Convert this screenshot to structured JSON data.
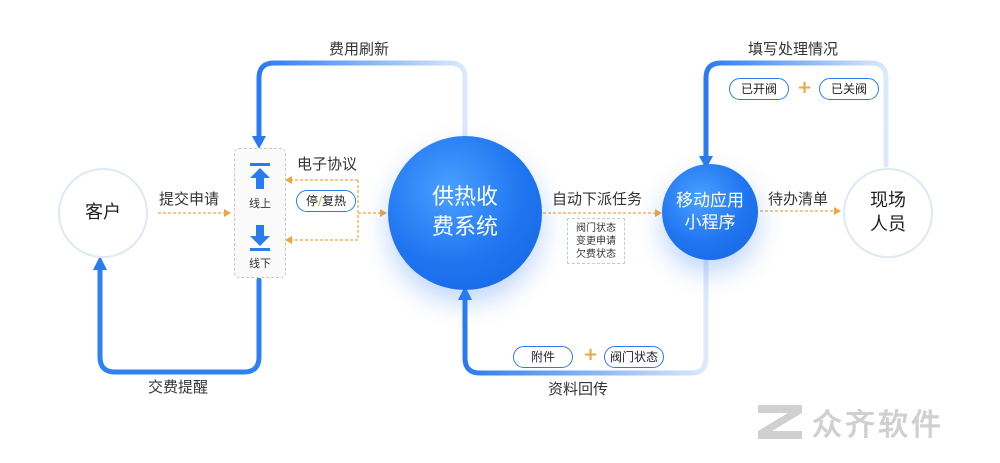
{
  "nodes": {
    "customer": "客户",
    "system": [
      "供热收",
      "费系统"
    ],
    "app": [
      "移动应用",
      "小程序"
    ],
    "field": [
      "现场",
      "人员"
    ]
  },
  "panel": {
    "online_label": "线上",
    "offline_label": "线下"
  },
  "labels": {
    "fee_refresh": "费用刷新",
    "submit_apply": "提交申请",
    "contract": "电子协议",
    "pay_remind": "交费提醒",
    "dispatch": "自动下派任务",
    "todo": "待办清单",
    "fill_situation": "填写处理情况",
    "data_return": "资料回传"
  },
  "pills": {
    "stop": "停",
    "slash": "/",
    "resume": "复热",
    "opened": "已开阀",
    "closed": "已关阀",
    "attachment": "附件",
    "valve_status": "阀门状态"
  },
  "status_box": [
    "阀门状态",
    "变更申请",
    "欠费状态"
  ],
  "plus_sign": "+",
  "logo": {
    "text": "众齐软件"
  },
  "colors": {
    "accent": "#1f74f0",
    "arrow_light": "#dbe9fb",
    "dashed_orange": "#f0a63a"
  }
}
